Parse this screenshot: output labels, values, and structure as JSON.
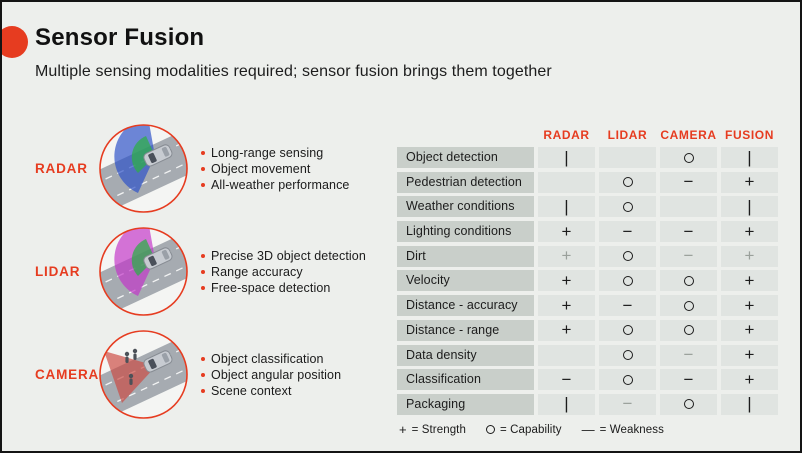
{
  "colors": {
    "accent": "#e63c20",
    "bg": "#edefec",
    "border": "#141414",
    "label_cell_bg": "#c9cfca",
    "cell_bg": "#e0e4e1",
    "ink": "#1c1c1c",
    "muted": "#9aa09b"
  },
  "header": {
    "title": "Sensor Fusion",
    "subtitle": "Multiple sensing modalities required; sensor fusion brings them together"
  },
  "sensors": [
    {
      "name": "RADAR",
      "icon": "radar-scene-icon",
      "cone": "fan",
      "cone_color": "#2b50c8",
      "highlight_color": "#2fae4a",
      "pedestrians": false,
      "bullets": [
        "Long-range sensing",
        "Object movement",
        "All-weather performance"
      ]
    },
    {
      "name": "LIDAR",
      "icon": "lidar-scene-icon",
      "cone": "fan",
      "cone_color": "#c234c9",
      "highlight_color": "#2fae4a",
      "pedestrians": false,
      "bullets": [
        "Precise 3D object detection",
        "Range accuracy",
        "Free-space detection"
      ]
    },
    {
      "name": "CAMERA",
      "icon": "camera-scene-icon",
      "cone": "triangle",
      "cone_color": "#cc4a42",
      "highlight_color": "",
      "pedestrians": true,
      "bullets": [
        "Object classification",
        "Object angular position",
        "Scene context"
      ]
    }
  ],
  "table": {
    "columns": [
      "RADAR",
      "LIDAR",
      "CAMERA",
      "FUSION"
    ],
    "rows": [
      {
        "label": "Object detection",
        "cells": [
          {
            "s": "|"
          },
          {
            "s": ""
          },
          {
            "s": "O"
          },
          {
            "s": "|"
          }
        ]
      },
      {
        "label": "Pedestrian detection",
        "cells": [
          {
            "s": ""
          },
          {
            "s": "O"
          },
          {
            "s": "−"
          },
          {
            "s": "+"
          }
        ]
      },
      {
        "label": "Weather conditions",
        "cells": [
          {
            "s": "|"
          },
          {
            "s": "O"
          },
          {
            "s": ""
          },
          {
            "s": "|"
          }
        ]
      },
      {
        "label": "Lighting conditions",
        "cells": [
          {
            "s": "+"
          },
          {
            "s": "−"
          },
          {
            "s": "−"
          },
          {
            "s": "+"
          }
        ]
      },
      {
        "label": "Dirt",
        "cells": [
          {
            "s": "+",
            "muted": true
          },
          {
            "s": "O"
          },
          {
            "s": "−",
            "muted": true
          },
          {
            "s": "+",
            "muted": true
          }
        ]
      },
      {
        "label": "Velocity",
        "cells": [
          {
            "s": "+"
          },
          {
            "s": "O"
          },
          {
            "s": "O"
          },
          {
            "s": "+"
          }
        ]
      },
      {
        "label": "Distance - accuracy",
        "cells": [
          {
            "s": "+"
          },
          {
            "s": "−"
          },
          {
            "s": "O"
          },
          {
            "s": "+"
          }
        ]
      },
      {
        "label": "Distance - range",
        "cells": [
          {
            "s": "+"
          },
          {
            "s": "O"
          },
          {
            "s": "O"
          },
          {
            "s": "+"
          }
        ]
      },
      {
        "label": "Data density",
        "cells": [
          {
            "s": ""
          },
          {
            "s": "O"
          },
          {
            "s": "−",
            "muted": true
          },
          {
            "s": "+"
          }
        ]
      },
      {
        "label": "Classification",
        "cells": [
          {
            "s": "−"
          },
          {
            "s": "O"
          },
          {
            "s": "−"
          },
          {
            "s": "+"
          }
        ]
      },
      {
        "label": "Packaging",
        "cells": [
          {
            "s": "|"
          },
          {
            "s": "−",
            "muted": true
          },
          {
            "s": "O"
          },
          {
            "s": "|"
          }
        ]
      }
    ]
  },
  "legend": [
    {
      "symbol": "+",
      "label": "= Strength"
    },
    {
      "symbol": "O",
      "label": "= Capability"
    },
    {
      "symbol": "—",
      "label": "= Weakness"
    }
  ]
}
